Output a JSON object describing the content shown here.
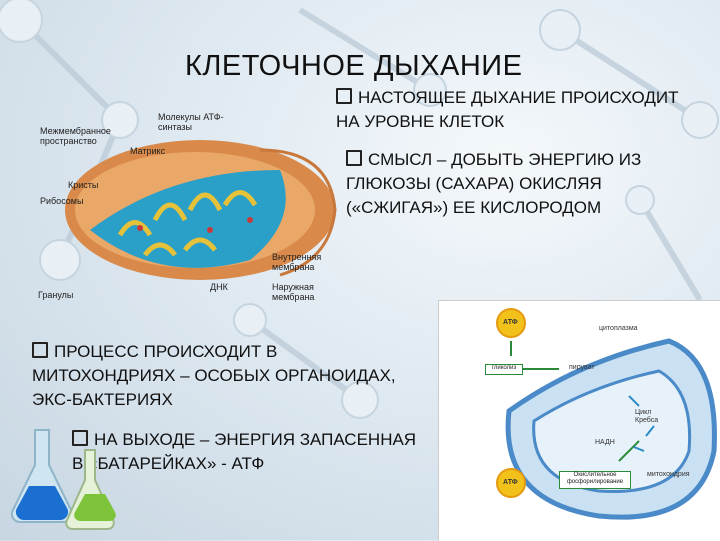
{
  "title": "КЛЕТОЧНОЕ ДЫХАНИЕ",
  "bullets": {
    "b1_line1": "НАСТОЯЩЕЕ ДЫХАНИЕ ПРОИСХОДИТ",
    "b1_line2": "НА УРОВНЕ КЛЕТОК",
    "b2_line1": "СМЫСЛ – ДОБЫТЬ ЭНЕРГИЮ ИЗ",
    "b2_line2": "ГЛЮКОЗЫ (САХАРА) ОКИСЛЯЯ",
    "b2_line3": "(«СЖИГАЯ») ЕЕ КИСЛОРОДОМ",
    "b3_line1": "ПРОЦЕСС ПРОИСХОДИТ В",
    "b3_line2": "МИТОХОНДРИЯХ – ОСОБЫХ ОРГАНОИДАХ,",
    "b3_line3": "ЭКС-БАКТЕРИЯХ",
    "b4_line1": "НА ВЫХОДЕ – ЭНЕРГИЯ ЗАПАСЕННАЯ",
    "b4_line2": "В «БАТАРЕЙКАХ» - АТФ"
  },
  "mitochondrion_labels": {
    "intermembrane": "Межмембранное пространство",
    "atp_synthase": "Молекулы АТФ-синтазы",
    "matrix": "Матрикс",
    "cristae": "Кристы",
    "ribosomes": "Рибосомы",
    "inner_membrane": "Внутренняя мембрана",
    "dna": "ДНК",
    "outer_membrane": "Наружная мембрана",
    "granule": "Гранулы"
  },
  "scheme": {
    "atp_top": "АТФ",
    "cytoplasm": "цитоплазма",
    "glycolysis": "гликолиз",
    "pyruvate": "пируват",
    "krebs": "Цикл Кребса",
    "nadh": "НАДН",
    "mito_matrix": "митохондрия",
    "oxidative": "Окислительное фосфорилирование",
    "atp_bottom": "АТФ"
  },
  "colors": {
    "mito_outer": "#d98a4a",
    "mito_inner": "#2aa0c8",
    "cristae": "#e6c23a",
    "scheme_membrane": "#4a8ac8",
    "atp_sun": "#f2c21a"
  }
}
